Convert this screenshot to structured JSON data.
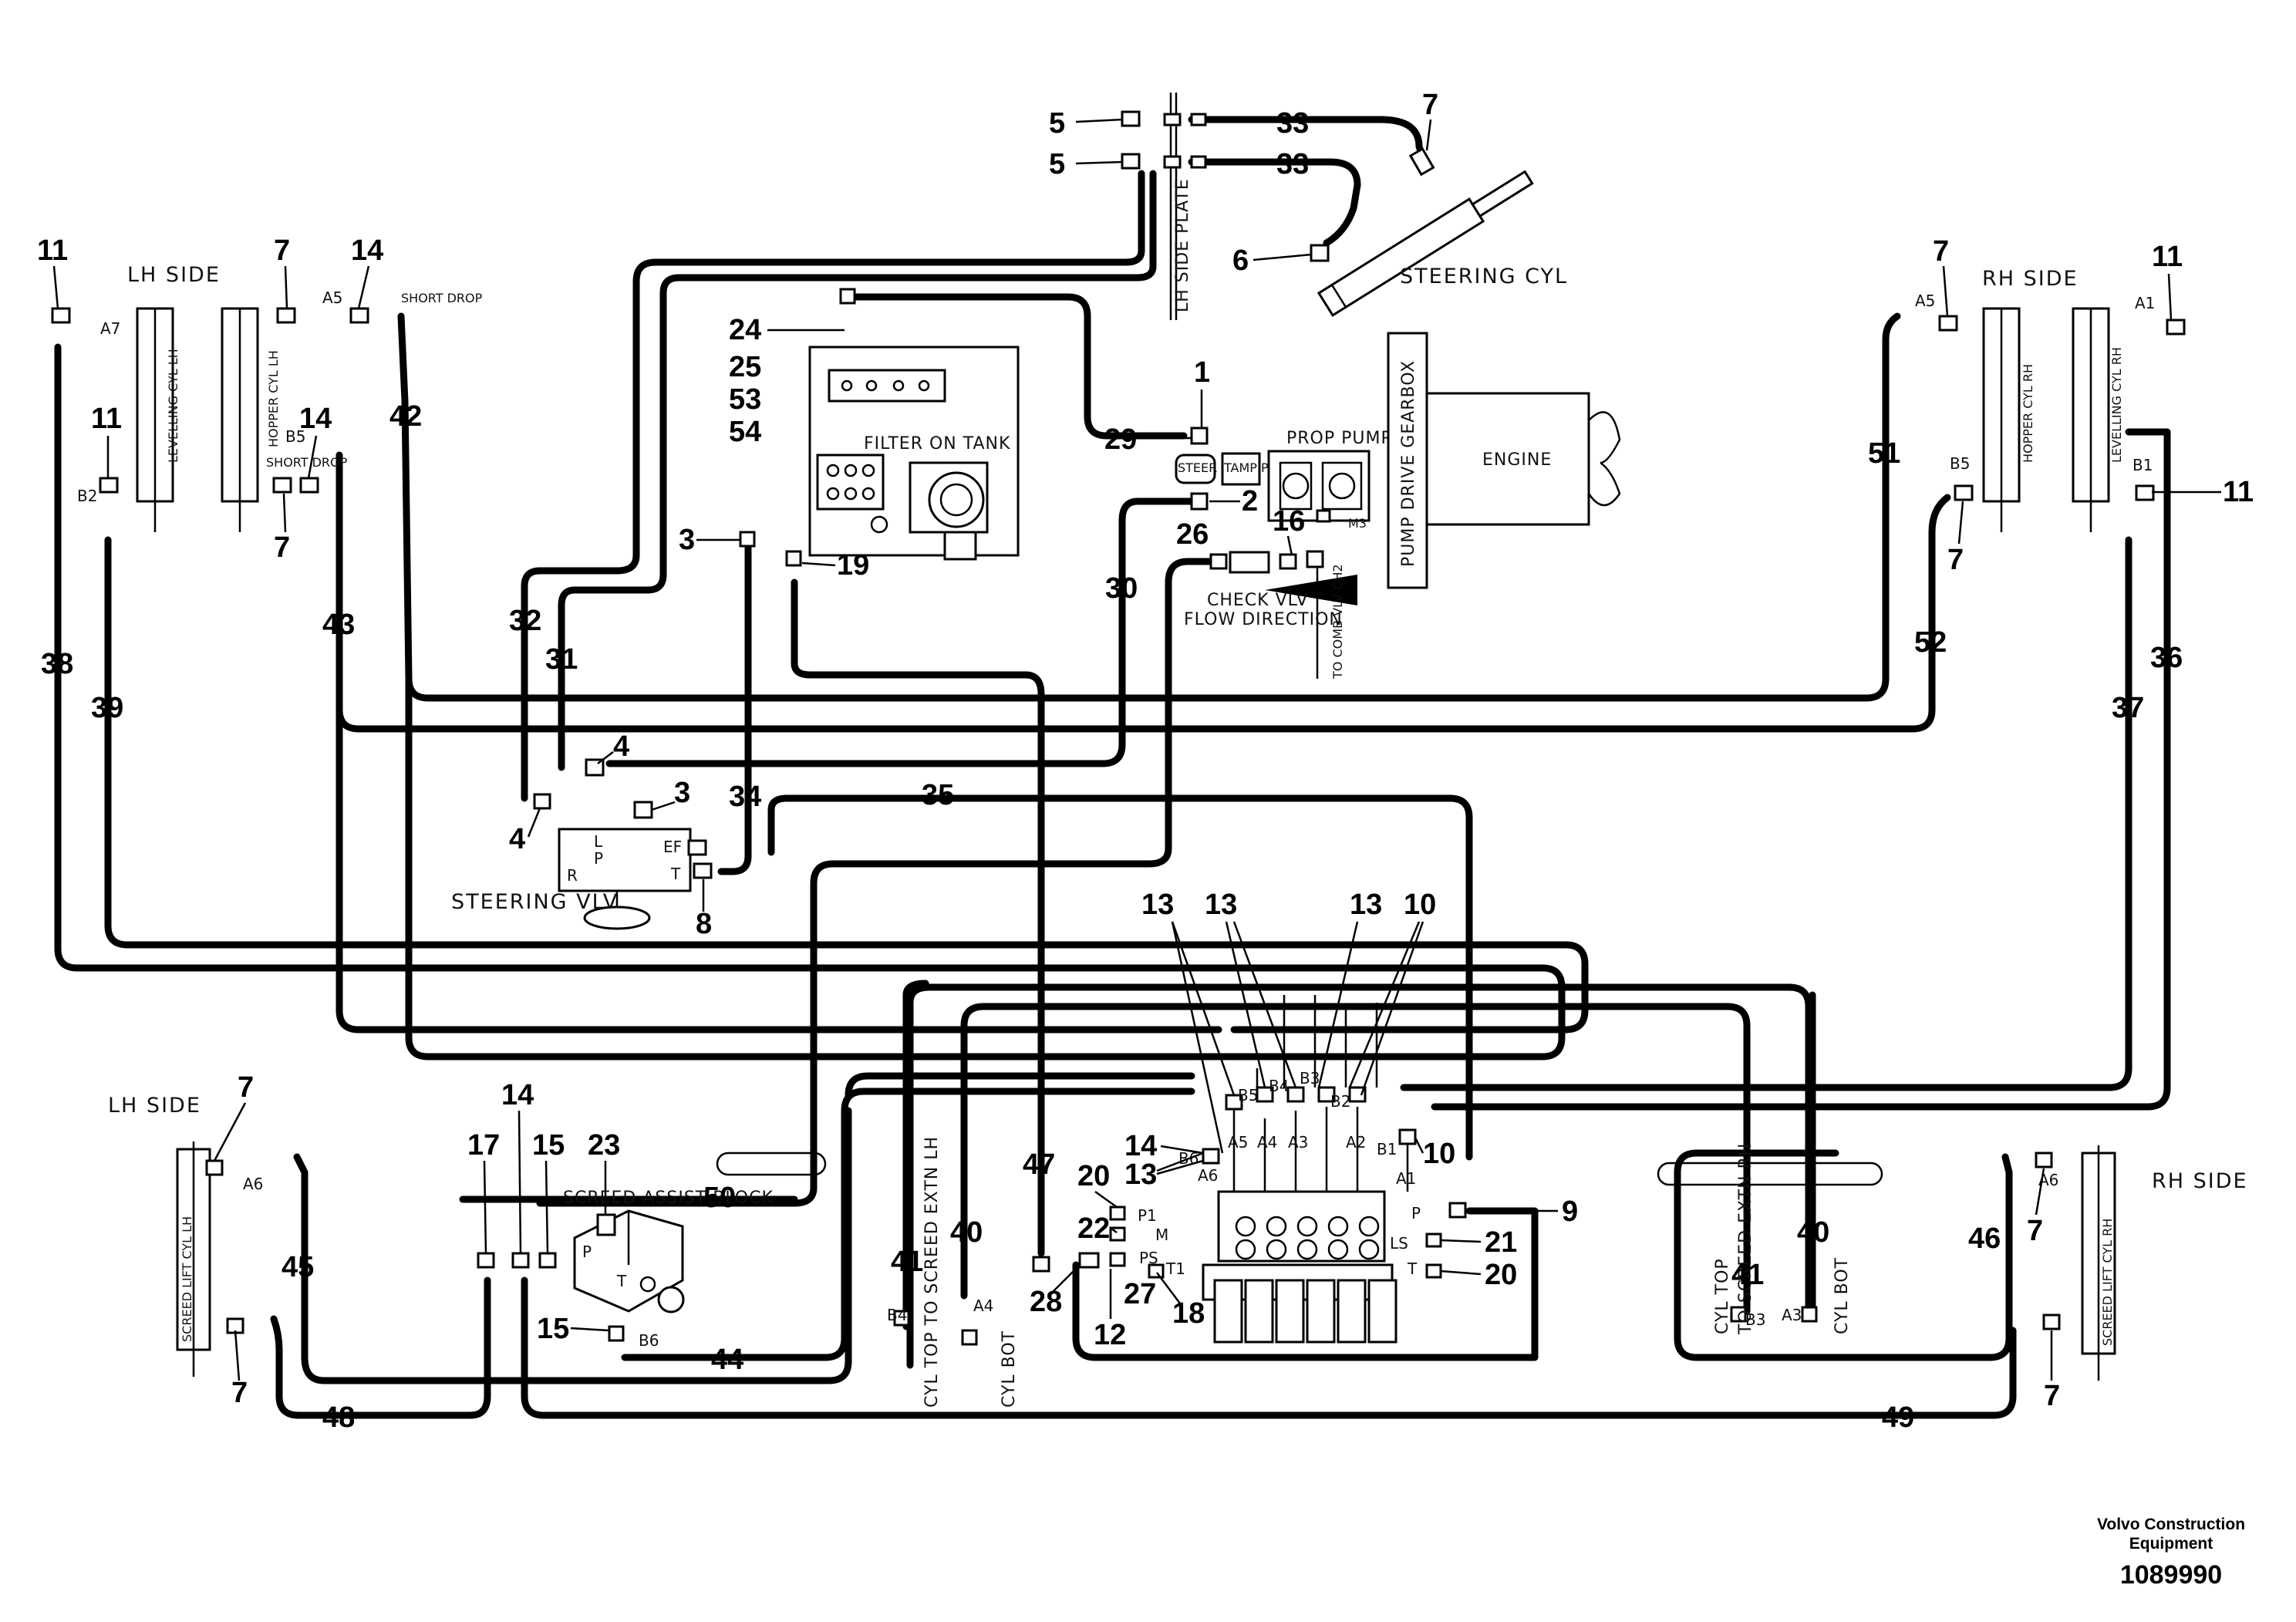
{
  "labels": {
    "lh_side_top": "LH SIDE",
    "rh_side_top": "RH SIDE",
    "lh_side_bottom": "LH SIDE",
    "rh_side_bottom": "RH SIDE",
    "short_drop_1": "SHORT DROP",
    "short_drop_2": "SHORT DROP",
    "lh_side_plate": "LH SIDE PLATE",
    "steering_cyl": "STEERING CYL",
    "filter_on_tank": "FILTER ON TANK",
    "prop_pump": "PROP PUMP",
    "steer_pump": "STEER PUMP",
    "tamp_pump": "TAMP PUMP",
    "engine": "ENGINE",
    "pump_drive_gearbox": "PUMP DRIVE GEARBOX",
    "check_vlv": "CHECK VLV",
    "flow_direction": "FLOW DIRECTION",
    "to_comb_vlv": "TO COMB VLV CH2",
    "steering_vlv": "STEERING VLV",
    "screed_assist_block": "SCREED ASSIST BLOCK",
    "levelling_cyl_lh": "LEVELLING CYL LH",
    "hopper_cyl_lh": "HOPPER CYL LH",
    "hopper_cyl_rh": "HOPPER CYL RH",
    "levelling_cyl_rh": "LEVELLING CYL RH",
    "screed_lift_cyl_lh": "SCREED LIFT CYL LH",
    "screed_lift_cyl_rh": "SCREED LIFT CYL RH",
    "cyl_top_lh": "CYL TOP TO SCREED EXTN LH",
    "cyl_bot_lh": "CYL BOT",
    "cyl_top_rh": "CYL TOP",
    "to_screed_extn_rh": "TO SCREED EXTN RH",
    "cyl_bot_rh": "CYL BOT",
    "m3": "M3"
  },
  "ports": {
    "a7": "A7",
    "a5_lh": "A5",
    "b2_lh": "B2",
    "b5_lh": "B5",
    "a5_rh": "A5",
    "b5_rh": "B5",
    "a1_rh": "A1",
    "b1_rh": "B1",
    "a6_lh": "A6",
    "a6_rh": "A6",
    "b6": "B6",
    "b4_lh": "B4",
    "a4_lh": "A4",
    "b3_rh": "B3",
    "a3_rh": "A3",
    "v_b5": "B5",
    "v_b4": "B4",
    "v_b3": "B3",
    "v_b2": "B2",
    "v_a5": "A5",
    "v_a4": "A4",
    "v_a3": "A3",
    "v_a2": "A2",
    "v_b1": "B1",
    "v_a1": "A1",
    "v_b6": "B6",
    "v_a6": "A6",
    "v_p1": "P1",
    "v_m": "M",
    "v_ps": "PS",
    "v_t1": "T1",
    "v_p": "P",
    "v_ls": "LS",
    "v_t": "T",
    "sv_l": "L",
    "sv_p": "P",
    "sv_r": "R",
    "sv_t": "T",
    "sv_ef": "EF",
    "sab_p": "P",
    "sab_t": "T"
  },
  "callouts": {
    "c5a": "5",
    "c5b": "5",
    "c33a": "33",
    "c33b": "33",
    "c7top": "7",
    "c6": "6",
    "c11a": "11",
    "c7a": "7",
    "c14a": "14",
    "c11b": "11",
    "c14b": "14",
    "c7b": "7",
    "c42": "42",
    "c43": "43",
    "c38": "38",
    "c39": "39",
    "c32": "32",
    "c31": "31",
    "c24": "24",
    "c25": "25",
    "c53": "53",
    "c54": "54",
    "c3a": "3",
    "c19": "19",
    "c29": "29",
    "c1": "1",
    "c2": "2",
    "c26": "26",
    "c16": "16",
    "c30": "30",
    "c7c": "7",
    "c11c": "11",
    "c51": "51",
    "c11d": "11",
    "c7d": "7",
    "c52": "52",
    "c36": "36",
    "c37": "37",
    "c4a": "4",
    "c4b": "4",
    "c3b": "3",
    "c34": "34",
    "c35": "35",
    "c8": "8",
    "c13a": "13",
    "c13b": "13",
    "c13c": "13",
    "c10a": "10",
    "c14c": "14",
    "c20a": "20",
    "c13d": "13",
    "c22": "22",
    "c28": "28",
    "c27": "27",
    "c12": "12",
    "c18": "18",
    "c10b": "10",
    "c9": "9",
    "c21": "21",
    "c20b": "20",
    "c47": "47",
    "c50": "50",
    "c41a": "41",
    "c40a": "40",
    "c41b": "41",
    "c40b": "40",
    "c7e": "7",
    "c45": "45",
    "c7f": "7",
    "c48": "48",
    "c14d": "14",
    "c17": "17",
    "c15a": "15",
    "c23": "23",
    "c15b": "15",
    "c44": "44",
    "c46": "46",
    "c7g": "7",
    "c7h": "7",
    "c49": "49"
  },
  "footer": {
    "company_line1": "Volvo Construction",
    "company_line2": "Equipment",
    "drawing_number": "1089990"
  }
}
